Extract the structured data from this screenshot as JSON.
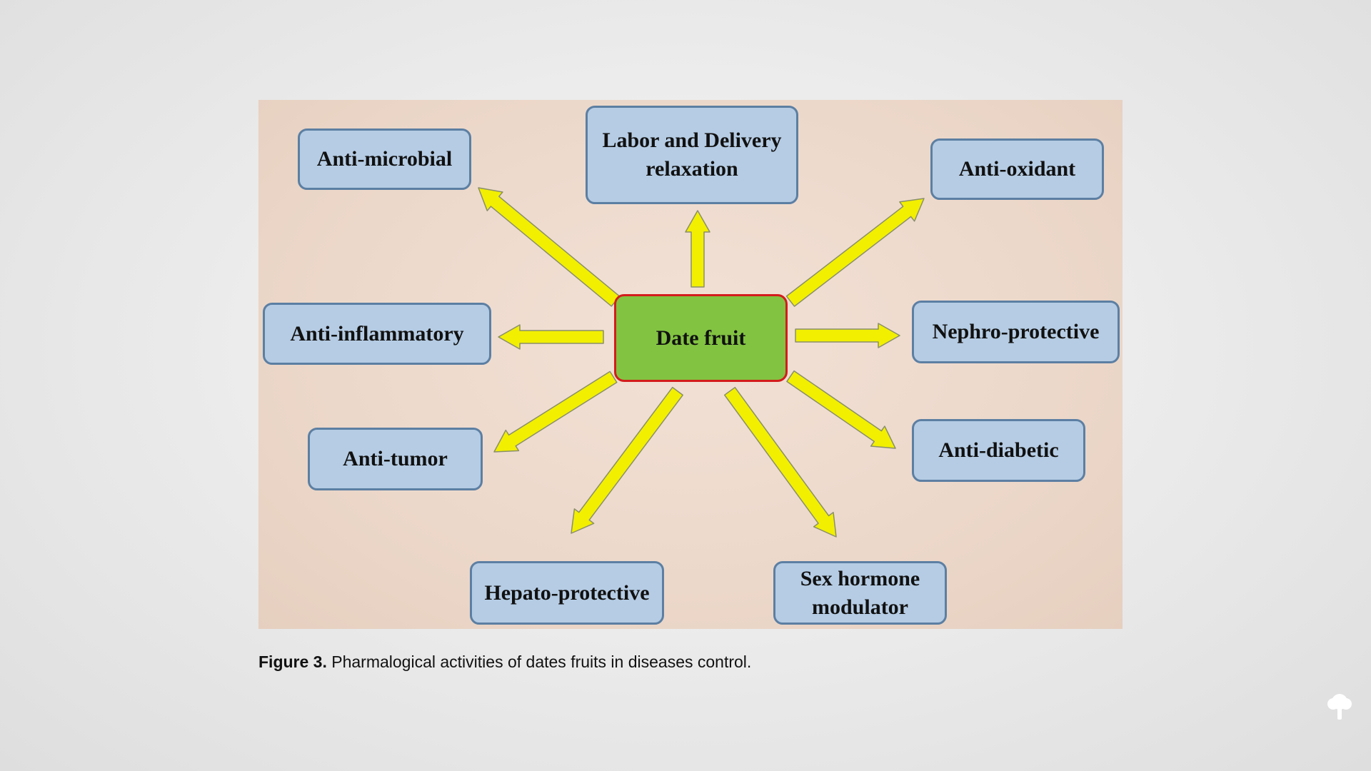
{
  "diagram": {
    "center": "Date fruit",
    "activities": {
      "labor_delivery": "Labor and Delivery relaxation",
      "anti_microbial": "Anti-microbial",
      "anti_oxidant": "Anti-oxidant",
      "anti_inflammatory": "Anti-inflammatory",
      "nephro_protective": "Nephro-protective",
      "anti_tumor": "Anti-tumor",
      "anti_diabetic": "Anti-diabetic",
      "hepato_protective": "Hepato-protective",
      "sex_hormone_modulator": "Sex hormone modulator"
    },
    "colors": {
      "node_fill": "#b5cce4",
      "node_border": "#5c7fa3",
      "center_fill": "#82c341",
      "center_border": "#d31c1c",
      "arrow_fill": "#f2ef00",
      "arrow_stroke": "#8a8f6a",
      "panel_background": "#ecd8ca"
    }
  },
  "caption": {
    "label": "Figure 3.",
    "text": "Pharmalogical activities of dates fruits in diseases control."
  },
  "icons": {
    "corner_logo": "tree-icon"
  }
}
